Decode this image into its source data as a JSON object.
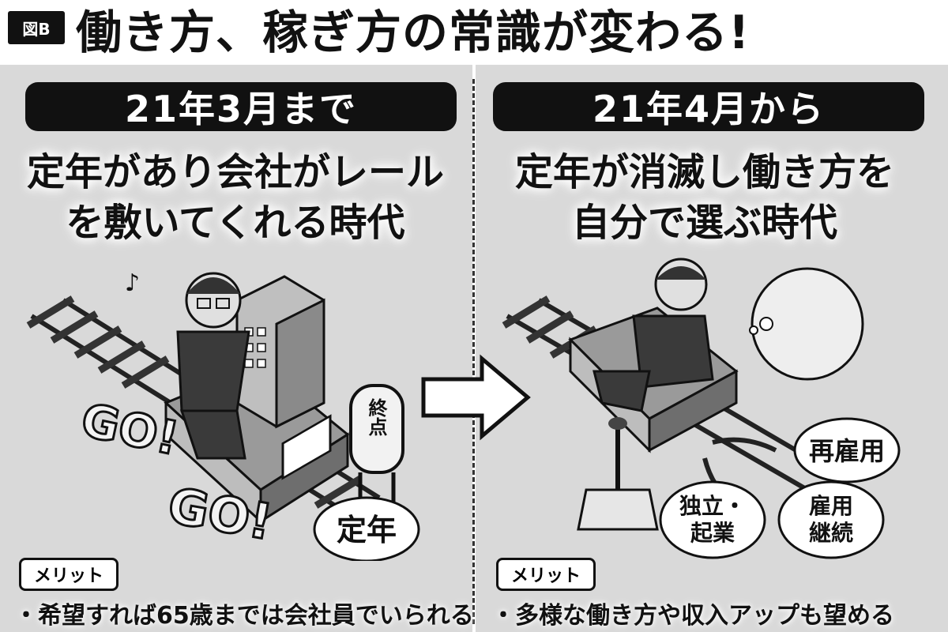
{
  "header": {
    "tag": "図B",
    "title": "働き方、稼ぎ方の常識が変わる!"
  },
  "left": {
    "era": "21年3月まで",
    "caption_line1": "定年があり会社がレール",
    "caption_line2": "を敷いてくれる時代",
    "go1": "GO!",
    "go2": "GO!",
    "sign": "終点",
    "bubble": "定年",
    "merit_label": "メリット",
    "merit_text": "・希望すれば65歳までは会社員でいられる"
  },
  "right": {
    "era": "21年4月から",
    "caption_line1": "定年が消滅し働き方を",
    "caption_line2": "自分で選ぶ時代",
    "option1": "再雇用",
    "option2_line1": "独立・",
    "option2_line2": "起業",
    "option3_line1": "雇用",
    "option3_line2": "継続",
    "merit_label": "メリット",
    "merit_text": "・多様な働き方や収入アップも望める"
  }
}
